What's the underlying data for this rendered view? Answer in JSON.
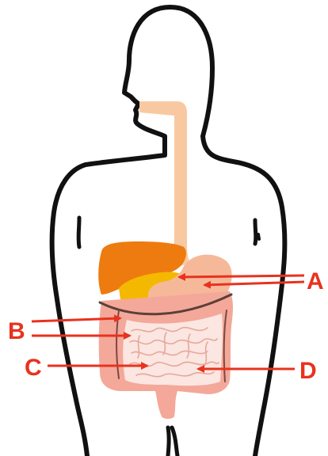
{
  "labels": {
    "a": "A",
    "b": "B",
    "c": "C",
    "d": "D"
  },
  "colors": {
    "outline": "#111111",
    "arrow": "#e8321e",
    "label": "#e8321e",
    "esophagus": "#f8c9a0",
    "stomach": "#f5b99a",
    "liver": "#ee7b10",
    "gallbladder": "#f5b800",
    "large_intestine": "#f4a89a",
    "small_intestine": "#fbe6e1",
    "small_intestine_outline": "#e7a79b"
  }
}
